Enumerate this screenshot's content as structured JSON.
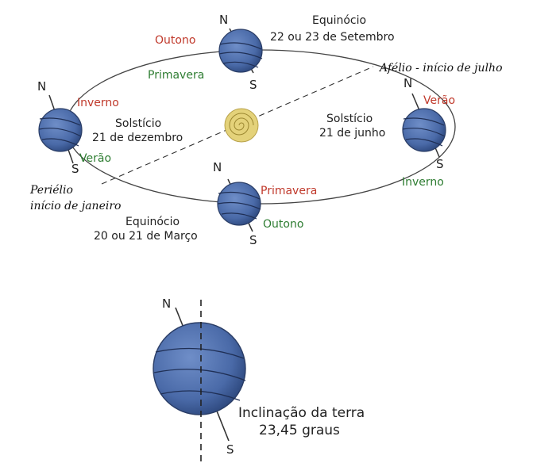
{
  "colors": {
    "earth_fill": "#4a6aa8",
    "earth_dark": "#2f4a80",
    "sun_fill": "#e4d27a",
    "season_red": "#c0392b",
    "season_green": "#2e7d32",
    "line": "#333333"
  },
  "orbit": {
    "top": {
      "event": "Equinócio",
      "date": "22 ou 23 de Setembro",
      "pole_n": "N",
      "pole_s": "S",
      "season_north": "Outono",
      "season_south": "Primavera"
    },
    "right": {
      "event": "Solstício",
      "date": "21 de junho",
      "pole_n": "N",
      "pole_s": "S",
      "season_north": "Verão",
      "season_south": "Inverno",
      "aphelion": "Afélio - início de julho"
    },
    "bottom": {
      "event": "Equinócio",
      "date": "20 ou 21 de Março",
      "pole_n": "N",
      "pole_s": "S",
      "season_north": "Primavera",
      "season_south": "Outono"
    },
    "left": {
      "event": "Solstício",
      "date": "21 de dezembro",
      "pole_n": "N",
      "pole_s": "S",
      "season_north": "Inverno",
      "season_south": "Verão",
      "perihelion_1": "Periélio",
      "perihelion_2": "início de janeiro"
    }
  },
  "tilt": {
    "pole_n": "N",
    "pole_s": "S",
    "caption_1": "Inclinação da terra",
    "caption_2": "23,45 graus"
  },
  "icons": [
    "earth-icon",
    "sun-icon"
  ]
}
